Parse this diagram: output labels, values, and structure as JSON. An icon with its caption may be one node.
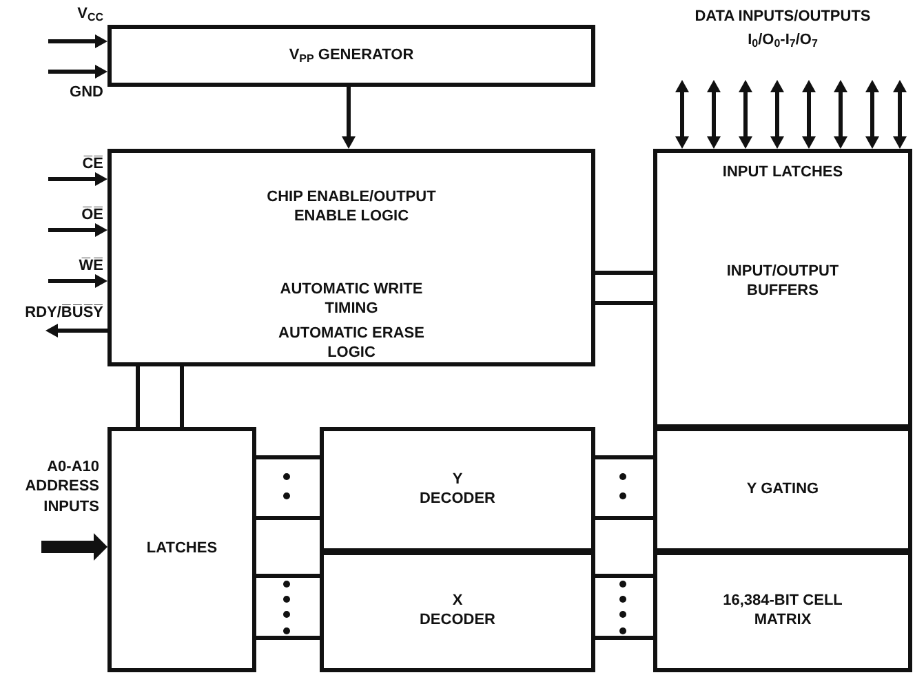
{
  "diagram": {
    "nodes": [
      {
        "text": [
          "V$_{PP}$ GENERATOR"
        ]
      },
      {
        "text": [
          "CHIP ENABLE/OUTPUT ENABLE LOGIC",
          "AUTOMATIC WRITE TIMING",
          "AUTOMATIC ERASE LOGIC"
        ]
      },
      {
        "text": [
          "INPUT LATCHES",
          "INPUT/OUTPUT BUFFERS"
        ]
      },
      {
        "text": [
          "LATCHES"
        ]
      },
      {
        "text": [
          "Y DECODER"
        ]
      },
      {
        "text": [
          "Y GATING"
        ]
      },
      {
        "text": [
          "X DECODER"
        ]
      },
      {
        "text": [
          "16,384-BIT CELL MATRIX"
        ]
      }
    ],
    "edges": [
      {
        "from": null,
        "to": 0,
        "arrow": "to",
        "label": "V$_{CC}$"
      },
      {
        "from": null,
        "to": 0,
        "arrow": "to",
        "label": "GND"
      },
      {
        "from": 0,
        "to": 1,
        "arrow": "to"
      },
      {
        "from": null,
        "to": 1,
        "arrow": "to",
        "label": "C̅E̅"
      },
      {
        "from": null,
        "to": 1,
        "arrow": "to",
        "label": "O̅E̅"
      },
      {
        "from": null,
        "to": 1,
        "arrow": "to",
        "label": "W̅E̅"
      },
      {
        "from": 1,
        "to": null,
        "arrow": "to",
        "label": "RDY/B̅U̅S̅Y̅"
      },
      {
        "from": 1,
        "to": 2,
        "arrow": "none"
      },
      {
        "from": 1,
        "to": 2,
        "arrow": "none"
      },
      {
        "from": 1,
        "to": 3,
        "arrow": "none"
      },
      {
        "from": 1,
        "to": 3,
        "arrow": "none"
      },
      {
        "from": 3,
        "to": 4,
        "arrow": "none"
      },
      {
        "from": 3,
        "to": 4,
        "arrow": "none"
      },
      {
        "from": 3,
        "to": 6,
        "arrow": "none"
      },
      {
        "from": 3,
        "to": 6,
        "arrow": "none"
      },
      {
        "from": 4,
        "to": 5,
        "arrow": "none"
      },
      {
        "from": 4,
        "to": 5,
        "arrow": "none"
      },
      {
        "from": 6,
        "to": 7,
        "arrow": "none"
      },
      {
        "from": 6,
        "to": 7,
        "arrow": "none"
      },
      {
        "from": null,
        "to": 2,
        "arrow": "both"
      },
      {
        "from": null,
        "to": 2,
        "arrow": "both"
      },
      {
        "from": null,
        "to": 2,
        "arrow": "both"
      },
      {
        "from": null,
        "to": 2,
        "arrow": "both"
      },
      {
        "from": null,
        "to": 2,
        "arrow": "both"
      },
      {
        "from": null,
        "to": 2,
        "arrow": "both"
      },
      {
        "from": null,
        "to": 2,
        "arrow": "both"
      },
      {
        "from": null,
        "to": 2,
        "arrow": "both"
      },
      {
        "from": null,
        "to": 3,
        "arrow": "to",
        "style": "thick",
        "label": "A0-A10 ADDRESS INPUTS"
      }
    ],
    "labels": [
      "DATA INPUTS/OUTPUTS",
      "I$_{0}$/O$_{0}$-I$_{7}$/O$_{7}$"
    ]
  }
}
